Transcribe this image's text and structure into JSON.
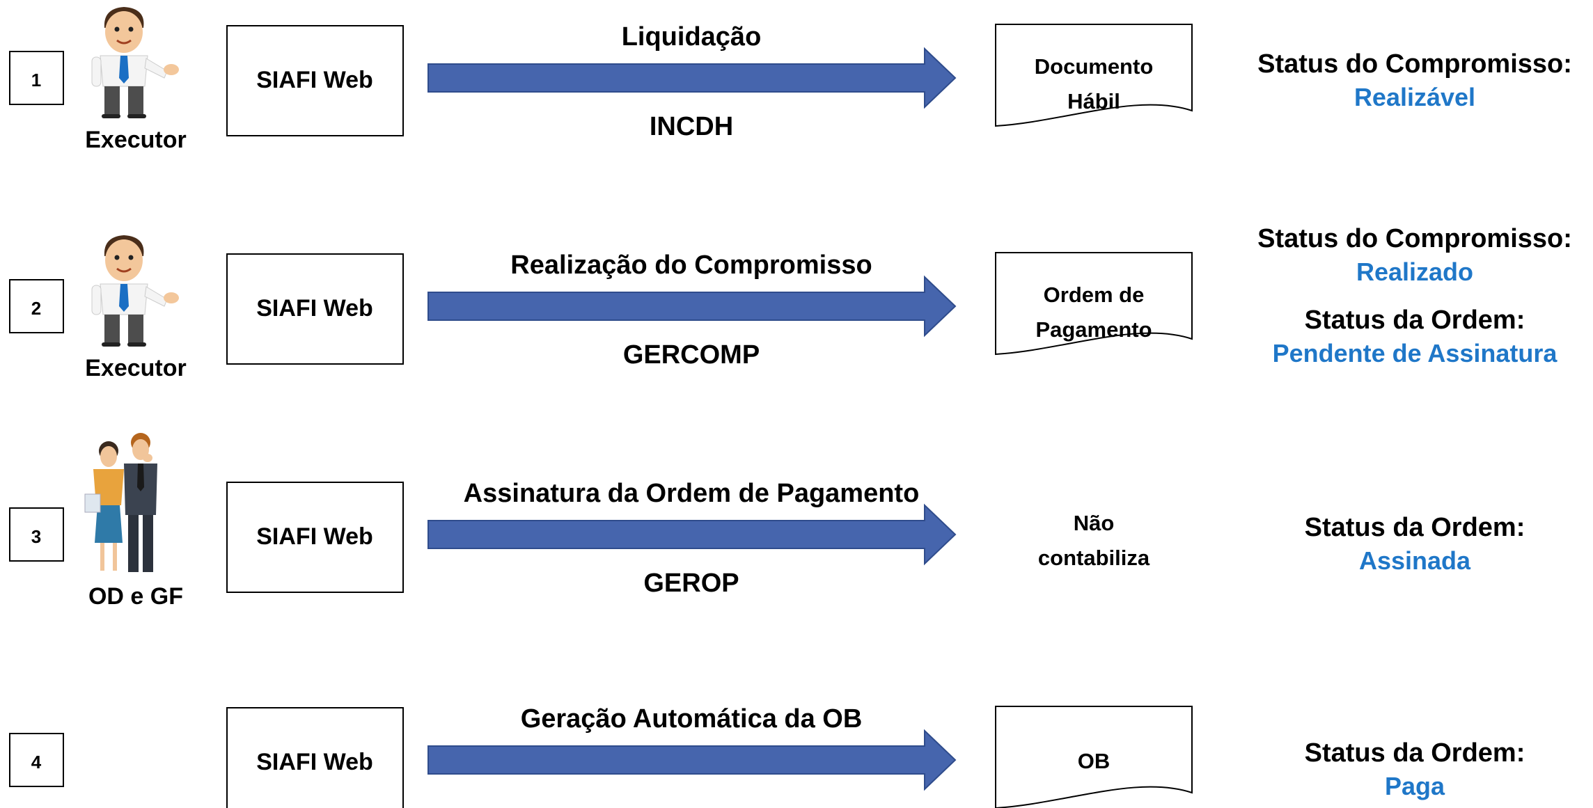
{
  "rows": [
    {
      "number": "1",
      "actor": "Executor",
      "actor_icon": "businessman-icon",
      "system": "SIAFI Web",
      "action": "Liquidação",
      "transaction": "INCDH",
      "output": [
        "Documento",
        "Hábil"
      ],
      "output_is_document": true,
      "status": [
        {
          "label": "Status do Compromisso:",
          "value": "Realizável"
        }
      ]
    },
    {
      "number": "2",
      "actor": "Executor",
      "actor_icon": "businessman-icon",
      "system": "SIAFI Web",
      "action": "Realização do Compromisso",
      "transaction": "GERCOMP",
      "output": [
        "Ordem de",
        "Pagamento"
      ],
      "output_is_document": true,
      "status": [
        {
          "label": "Status do Compromisso:",
          "value": "Realizado"
        },
        {
          "label": "Status da Ordem:",
          "value": "Pendente de Assinatura"
        }
      ]
    },
    {
      "number": "3",
      "actor": "OD e GF",
      "actor_icon": "business-couple-icon",
      "system": "SIAFI Web",
      "action": "Assinatura da Ordem de Pagamento",
      "transaction": "GEROP",
      "output": [
        "Não",
        "contabiliza"
      ],
      "output_is_document": false,
      "status": [
        {
          "label": "Status da Ordem:",
          "value": "Assinada"
        }
      ]
    },
    {
      "number": "4",
      "actor": "",
      "actor_icon": "",
      "system": "SIAFI Web",
      "action": "Geração Automática da OB",
      "transaction": "",
      "output": [
        "OB"
      ],
      "output_is_document": true,
      "status": [
        {
          "label": "Status da Ordem:",
          "value": "Paga"
        }
      ]
    }
  ],
  "colors": {
    "arrow_fill": "#4665ad",
    "arrow_stroke": "#2f4c8c",
    "status_value": "#1f77c8",
    "text": "#000000"
  }
}
